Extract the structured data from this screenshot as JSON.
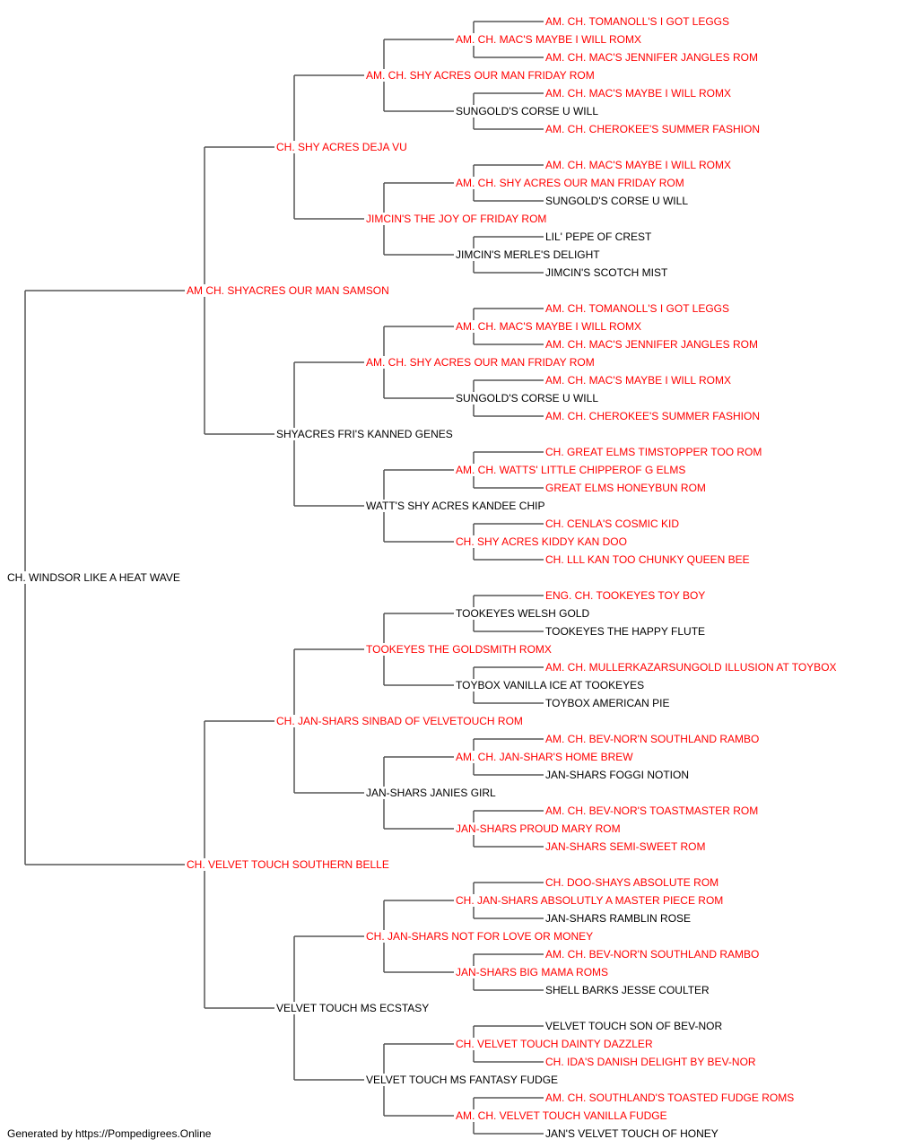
{
  "pedigree": {
    "subject": {
      "name": "CH. WINDSOR LIKE A HEAT WAVE",
      "highlight": false
    },
    "gen1": [
      {
        "name": "AM CH. SHYACRES OUR MAN SAMSON",
        "highlight": true
      },
      {
        "name": "CH. VELVET TOUCH SOUTHERN BELLE",
        "highlight": true
      }
    ],
    "gen2": [
      {
        "name": "CH. SHY ACRES DEJA VU",
        "highlight": true
      },
      {
        "name": "SHYACRES FRI'S KANNED GENES",
        "highlight": false
      },
      {
        "name": "CH. JAN-SHARS SINBAD OF VELVETOUCH ROM",
        "highlight": true
      },
      {
        "name": "VELVET TOUCH MS ECSTASY",
        "highlight": false
      }
    ],
    "gen3": [
      {
        "name": "AM. CH. SHY ACRES OUR MAN FRIDAY ROM",
        "highlight": true
      },
      {
        "name": "JIMCIN'S THE JOY OF FRIDAY ROM",
        "highlight": true
      },
      {
        "name": "AM. CH. SHY ACRES OUR MAN FRIDAY ROM",
        "highlight": true
      },
      {
        "name": "WATT'S SHY ACRES KANDEE CHIP",
        "highlight": false
      },
      {
        "name": "TOOKEYES THE GOLDSMITH ROMX",
        "highlight": true
      },
      {
        "name": "JAN-SHARS JANIES GIRL",
        "highlight": false
      },
      {
        "name": "CH. JAN-SHARS NOT FOR LOVE OR MONEY",
        "highlight": true
      },
      {
        "name": "VELVET TOUCH MS FANTASY FUDGE",
        "highlight": false
      }
    ],
    "gen4": [
      {
        "name": "AM. CH. MAC'S MAYBE I WILL ROMX",
        "highlight": true
      },
      {
        "name": "SUNGOLD'S CORSE U WILL",
        "highlight": false
      },
      {
        "name": "AM. CH. SHY ACRES OUR MAN FRIDAY ROM",
        "highlight": true
      },
      {
        "name": "JIMCIN'S MERLE'S DELIGHT",
        "highlight": false
      },
      {
        "name": "AM. CH. MAC'S MAYBE I WILL ROMX",
        "highlight": true
      },
      {
        "name": "SUNGOLD'S CORSE U WILL",
        "highlight": false
      },
      {
        "name": "AM. CH. WATTS' LITTLE CHIPPEROF G ELMS",
        "highlight": true
      },
      {
        "name": "CH. SHY ACRES KIDDY KAN DOO",
        "highlight": true
      },
      {
        "name": "TOOKEYES WELSH GOLD",
        "highlight": false
      },
      {
        "name": "TOYBOX VANILLA ICE AT TOOKEYES",
        "highlight": false
      },
      {
        "name": "AM. CH. JAN-SHAR'S HOME BREW",
        "highlight": true
      },
      {
        "name": "JAN-SHARS PROUD MARY ROM",
        "highlight": true
      },
      {
        "name": "CH. JAN-SHARS ABSOLUTLY A MASTER PIECE ROM",
        "highlight": true
      },
      {
        "name": "JAN-SHARS BIG MAMA ROMS",
        "highlight": true
      },
      {
        "name": "CH. VELVET TOUCH DAINTY DAZZLER",
        "highlight": true
      },
      {
        "name": "AM. CH. VELVET TOUCH VANILLA FUDGE",
        "highlight": true
      }
    ],
    "gen5": [
      {
        "name": "AM. CH. TOMANOLL'S I GOT LEGGS",
        "highlight": true
      },
      {
        "name": "AM. CH. MAC'S JENNIFER JANGLES ROM",
        "highlight": true
      },
      {
        "name": "AM. CH. MAC'S MAYBE I WILL ROMX",
        "highlight": true
      },
      {
        "name": "AM. CH. CHEROKEE'S SUMMER FASHION",
        "highlight": true
      },
      {
        "name": "AM. CH. MAC'S MAYBE I WILL ROMX",
        "highlight": true
      },
      {
        "name": "SUNGOLD'S CORSE U WILL",
        "highlight": false
      },
      {
        "name": "LIL' PEPE OF CREST",
        "highlight": false
      },
      {
        "name": "JIMCIN'S SCOTCH MIST",
        "highlight": false
      },
      {
        "name": "AM. CH. TOMANOLL'S I GOT LEGGS",
        "highlight": true
      },
      {
        "name": "AM. CH. MAC'S JENNIFER JANGLES ROM",
        "highlight": true
      },
      {
        "name": "AM. CH. MAC'S MAYBE I WILL ROMX",
        "highlight": true
      },
      {
        "name": "AM. CH. CHEROKEE'S SUMMER FASHION",
        "highlight": true
      },
      {
        "name": "CH. GREAT ELMS TIMSTOPPER TOO ROM",
        "highlight": true
      },
      {
        "name": "GREAT ELMS HONEYBUN ROM",
        "highlight": true
      },
      {
        "name": "CH. CENLA'S COSMIC KID",
        "highlight": true
      },
      {
        "name": "CH. LLL KAN TOO CHUNKY QUEEN BEE",
        "highlight": true
      },
      {
        "name": "ENG. CH. TOOKEYES TOY BOY",
        "highlight": true
      },
      {
        "name": "TOOKEYES THE HAPPY FLUTE",
        "highlight": false
      },
      {
        "name": "AM. CH. MULLERKAZARSUNGOLD ILLUSION AT TOYBOX",
        "highlight": true
      },
      {
        "name": "TOYBOX AMERICAN PIE",
        "highlight": false
      },
      {
        "name": "AM. CH. BEV-NOR'N SOUTHLAND RAMBO",
        "highlight": true
      },
      {
        "name": "JAN-SHARS FOGGI NOTION",
        "highlight": false
      },
      {
        "name": "AM. CH. BEV-NOR'S TOASTMASTER ROM",
        "highlight": true
      },
      {
        "name": "JAN-SHARS SEMI-SWEET ROM",
        "highlight": true
      },
      {
        "name": "CH. DOO-SHAYS ABSOLUTE ROM",
        "highlight": true
      },
      {
        "name": "JAN-SHARS RAMBLIN ROSE",
        "highlight": false
      },
      {
        "name": "AM. CH. BEV-NOR'N SOUTHLAND RAMBO",
        "highlight": true
      },
      {
        "name": "SHELL BARKS JESSE COULTER",
        "highlight": false
      },
      {
        "name": "VELVET TOUCH SON OF BEV-NOR",
        "highlight": false
      },
      {
        "name": "CH. IDA'S DANISH DELIGHT BY BEV-NOR",
        "highlight": true
      },
      {
        "name": "AM. CH. SOUTHLAND'S TOASTED FUDGE ROMS",
        "highlight": true
      },
      {
        "name": "JAN'S VELVET TOUCH OF HONEY",
        "highlight": false
      }
    ]
  },
  "footer": "Generated by https://Pompedigrees.Online",
  "colors": {
    "champion": "#ff0000",
    "plain": "#000000",
    "line": "#555555"
  }
}
